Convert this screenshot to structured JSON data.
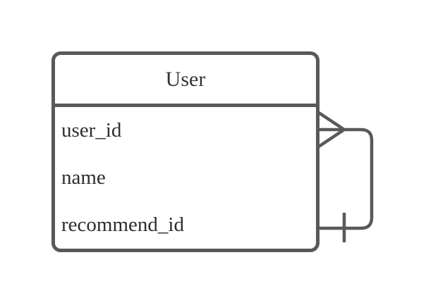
{
  "diagram": {
    "type": "er-diagram",
    "entity": {
      "title": "User",
      "attributes": [
        "user_id",
        "name",
        "recommend_id"
      ]
    },
    "relationship": {
      "kind": "self-reference",
      "notation": "crows-foot",
      "from": {
        "attribute": "recommend_id",
        "cardinality": "one"
      },
      "to": {
        "attribute": "user_id",
        "cardinality": "many"
      }
    },
    "colors": {
      "line": "#595959",
      "text": "#2e2e2e",
      "background": "#ffffff"
    }
  }
}
